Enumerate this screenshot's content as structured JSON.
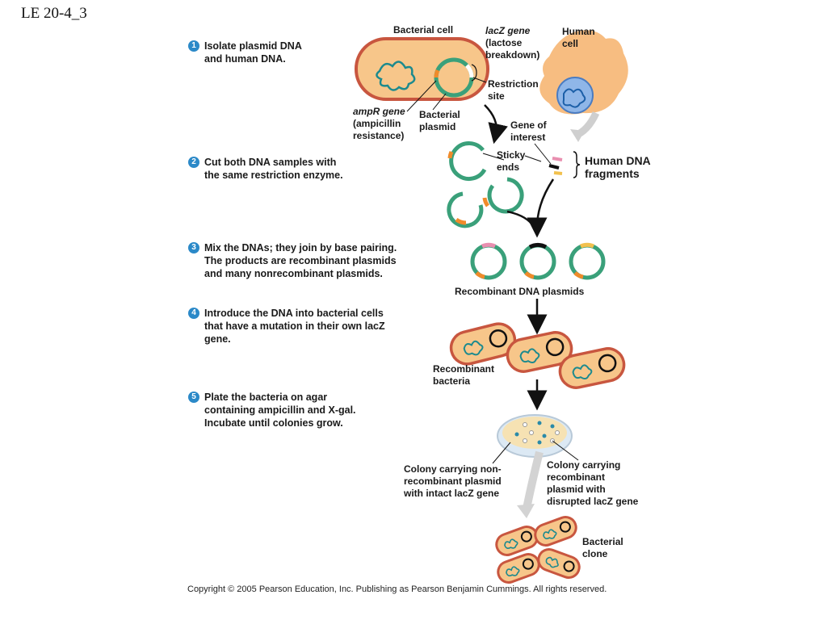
{
  "slide_title": "LE 20-4_3",
  "steps": [
    {
      "num": "1",
      "lines": [
        "Isolate plasmid DNA",
        "and human DNA."
      ]
    },
    {
      "num": "2",
      "lines": [
        "Cut both DNA samples with",
        "the same restriction enzyme."
      ]
    },
    {
      "num": "3",
      "lines": [
        "Mix the DNAs; they join by base pairing.",
        "The products are recombinant plasmids",
        "and many nonrecombinant plasmids."
      ]
    },
    {
      "num": "4",
      "lines": [
        "Introduce the DNA into bacterial cells",
        "that have a mutation in their own lacZ",
        "gene."
      ]
    },
    {
      "num": "5",
      "lines": [
        "Plate the bacteria on agar",
        "containing ampicillin and X-gal.",
        "Incubate until colonies grow."
      ]
    }
  ],
  "labels": {
    "bacterial_cell": "Bacterial cell",
    "lacz_gene": [
      "lacZ gene",
      "(lactose",
      "breakdown)"
    ],
    "human_cell": [
      "Human",
      "cell"
    ],
    "restriction_site": [
      "Restriction",
      "site"
    ],
    "ampr_gene": [
      "ampR gene",
      "(ampicillin",
      "resistance)"
    ],
    "bacterial_plasmid": [
      "Bacterial",
      "plasmid"
    ],
    "gene_of_interest": [
      "Gene of",
      "interest"
    ],
    "sticky_ends": [
      "Sticky",
      "ends"
    ],
    "human_dna_fragments": [
      "Human DNA",
      "fragments"
    ],
    "recombinant_dna_plasmids": "Recombinant DNA plasmids",
    "recombinant_bacteria": [
      "Recombinant",
      "bacteria"
    ],
    "colony_nonrecombinant": [
      "Colony carrying non-",
      "recombinant plasmid",
      "with intact lacZ gene"
    ],
    "colony_recombinant": [
      "Colony carrying",
      "recombinant",
      "plasmid with",
      "disrupted lacZ gene"
    ],
    "bacterial_clone": [
      "Bacterial",
      "clone"
    ]
  },
  "copyright": "Copyright ©  2005 Pearson Education, Inc. Publishing as Pearson Benjamin Cummings. All rights reserved.",
  "colors": {
    "cell_outline": "#c8563f",
    "cell_fill": "#f7c68a",
    "dna": "#1c8a8e",
    "plasmid": "#3aa07a",
    "ampr": "#f08b2a",
    "human_cell": "#f6b26b",
    "nucleus": "#4a7cc2",
    "pink_fragment": "#e98fb0",
    "yellow_fragment": "#f2c14e",
    "step_badge": "#2b89c8"
  }
}
